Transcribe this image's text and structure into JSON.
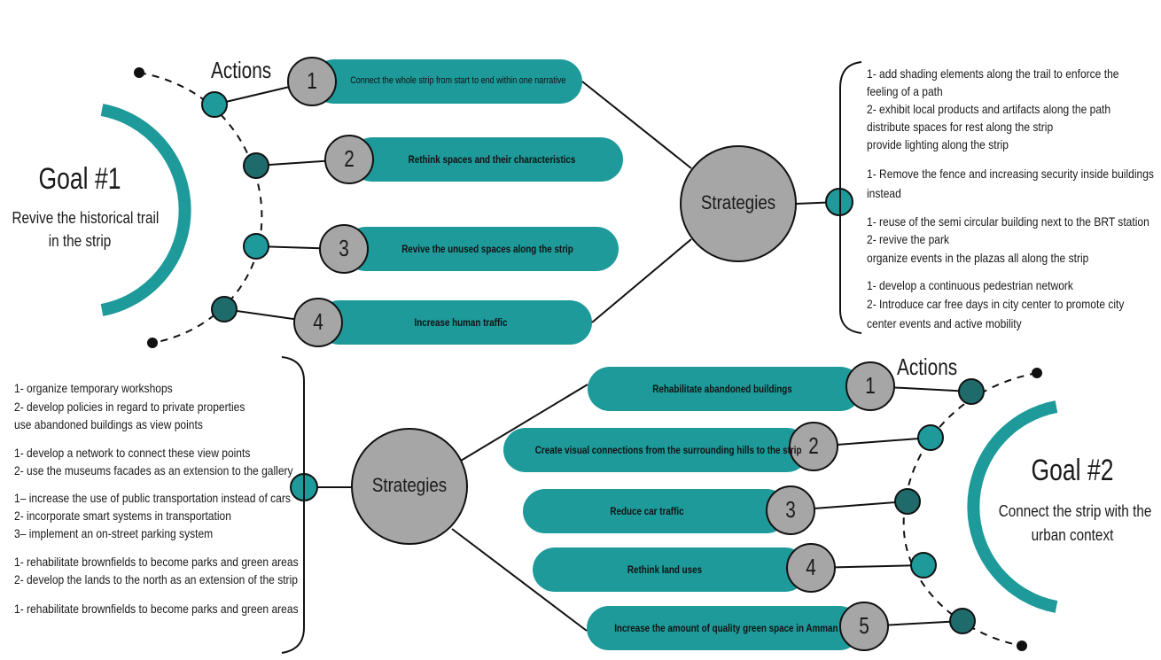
{
  "colors": {
    "teal": "#1e9a9a",
    "dark_teal": "#1f6b6b",
    "gray": "#a6a6a6",
    "ink": "#111111"
  },
  "goal1": {
    "title": "Goal #1",
    "subtitle_line1": "Revive the historical trail",
    "subtitle_line2": "in the strip",
    "actions_label": "Actions",
    "strategies_label": "Strategies",
    "actions": [
      {
        "num": "1",
        "label": "Connect the whole strip from start to end within one narrative"
      },
      {
        "num": "2",
        "label": "Rethink spaces and their characteristics"
      },
      {
        "num": "3",
        "label": "Revive the unused spaces along the strip"
      },
      {
        "num": "4",
        "label": "Increase human traffic"
      }
    ],
    "strategy_lines": [
      "1-  add shading elements along the trail to enforce the",
      "feeling of a path",
      "2- exhibit local products and artifacts along the path",
      "distribute spaces for rest along the strip",
      "provide lighting along the strip",
      "1- Remove the fence and increasing security inside buildings",
      "instead",
      "1- reuse of the semi circular building next to the BRT station",
      "2- revive the park",
      "organize events in the plazas all along the strip",
      "1- develop a continuous pedestrian network",
      "2- Introduce car free days in city center to promote city",
      "center events and active mobility"
    ]
  },
  "goal2": {
    "title": "Goal #2",
    "subtitle_line1": "Connect the strip with the",
    "subtitle_line2": "urban context",
    "actions_label": "Actions",
    "strategies_label": "Strategies",
    "actions": [
      {
        "num": "1",
        "label": "Rehabilitate abandoned buildings"
      },
      {
        "num": "2",
        "label": "Create visual connections from the surrounding hills to the strip"
      },
      {
        "num": "3",
        "label": "Reduce car traffic"
      },
      {
        "num": "4",
        "label": "Rethink land uses"
      },
      {
        "num": "5",
        "label": "Increase the amount of quality green space in Amman"
      }
    ],
    "strategy_lines": [
      "1- organize temporary workshops",
      "2- develop policies in regard to private properties",
      "use abandoned buildings as view points",
      "1- develop a network to connect these view points",
      "2- use the museums facades as an extension to the gallery",
      "1– increase the use of public transportation instead of cars",
      "2- incorporate smart systems in transportation",
      "3– implement an on-street parking system",
      "1- rehabilitate brownfields to become parks and green areas",
      "2- develop the lands to the north as an extension of the strip",
      "1- rehabilitate brownfields to become parks and green areas"
    ]
  }
}
